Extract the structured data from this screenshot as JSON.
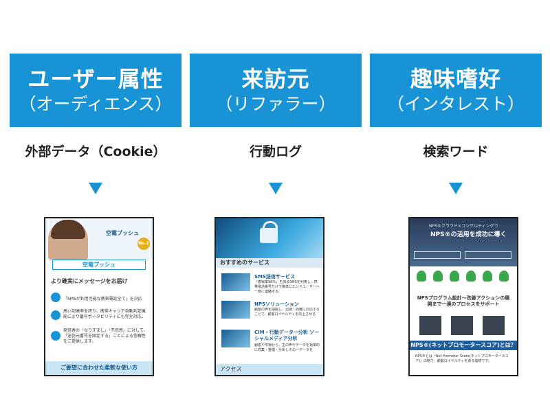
{
  "columns": [
    {
      "title": "ユーザー属性",
      "subtitle": "（オーディエンス）",
      "caption": "外部データ（Cookie）",
      "phone": {
        "service_label": "空電プッシュ",
        "badge": "No.1",
        "hero_tag": "空電プッシュ",
        "headline": "より確実にメッセージをお届け",
        "items": [
          "「SMSが利用可能な携帯電話全て」を対応",
          "高い到達率を誇り、携帯キャリア自動判定機能により番号ポータビリティにも完全対応。",
          "発信者の「なりすまし」「不信感」に対して、「送信元番号を固定する」ことによる信頼性をご提供します。"
        ],
        "footer": "ご要望に合わせた柔軟な使い方"
      }
    },
    {
      "title": "来訪元",
      "subtitle": "（リファラー）",
      "caption": "行動ログ",
      "phone": {
        "section_title": "おすすめのサービス",
        "items": [
          {
            "heading": "SMS送信サービス",
            "text": "「着電率98%」を誇るSMSを利用し、携帯電話番号だけで簡単にエンドユーザーへ一斉に連絡する。"
          },
          {
            "heading": "NPSソリューション",
            "text": "顧客の声を把握し、迅速・的確に対応することで、顧客ロイヤルティを向上させる"
          },
          {
            "heading": "CIM・行動データー分析 ソーシャルメディア分析",
            "text": "顧客や市場から、生の声やデータを効率的に収集・整理・分析しその一データを"
          }
        ],
        "footer": "アクセス"
      }
    },
    {
      "title": "趣味嗜好",
      "subtitle": "（インタレスト）",
      "caption": "検索ワード",
      "phone": {
        "top_line": "NPS®クラウド×コンサルティングで",
        "headline": "NPS®の活用を成功に導く",
        "mid_title": "NPSプログラム設計～改善アクションの展開まで一連のプロセスをサポート",
        "band": "NPS®(ネットプロモータースコア)とは？",
        "body": "NPS®とは「Net Promoter Score(ネットプロモータースコア)」の略で、顧客ロイヤルティを測る指標です。"
      }
    }
  ],
  "colors": {
    "accent": "#1793d6",
    "text": "#222222"
  }
}
